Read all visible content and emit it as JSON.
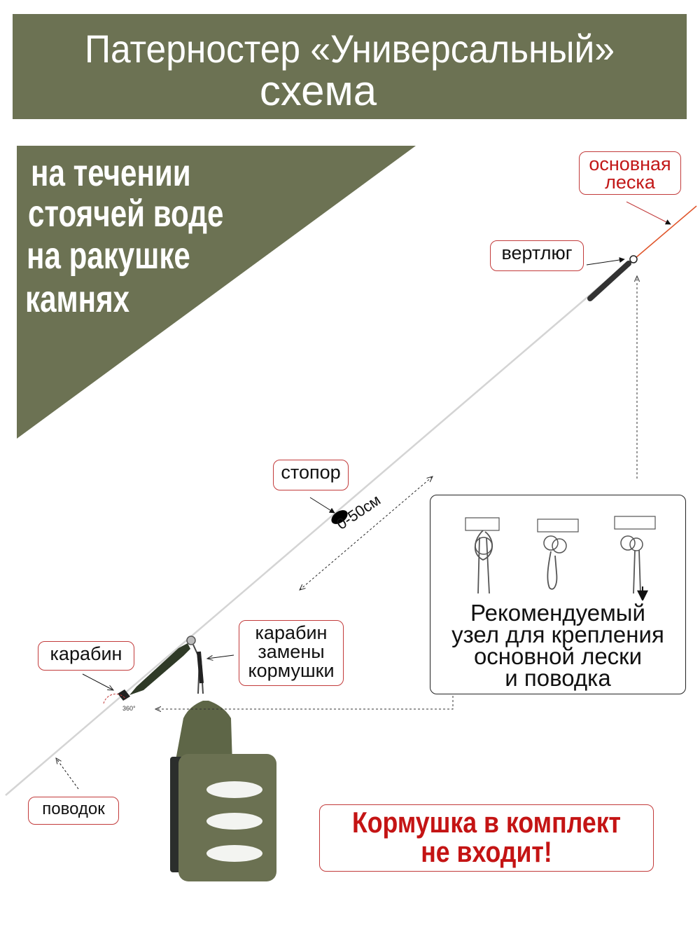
{
  "header": {
    "title": "Патерностер «Универсальный»",
    "subtitle": "схема"
  },
  "conditions": [
    "на течении",
    "стоячей воде",
    "на ракушке",
    "камнях"
  ],
  "labels": {
    "main_line": [
      "основная",
      "леска"
    ],
    "swivel": "вертлюг",
    "stopper": "стопор",
    "feeder_snap": [
      "карабин",
      "замены",
      "кормушки"
    ],
    "snap": "карабин",
    "leader": "поводок"
  },
  "distance": "0-50см",
  "rotation": "360°",
  "knot_caption": [
    "Рекомендуемый",
    "узел для крепления",
    "основной лески",
    "и поводка"
  ],
  "notice": [
    "Кормушка в комплект",
    "не входит!"
  ],
  "colors": {
    "banner": "#6c7253",
    "label_border": "#c23b3b",
    "notice_text": "#c41414",
    "main_line": "#e0552a",
    "feeder": "#5e6647"
  }
}
